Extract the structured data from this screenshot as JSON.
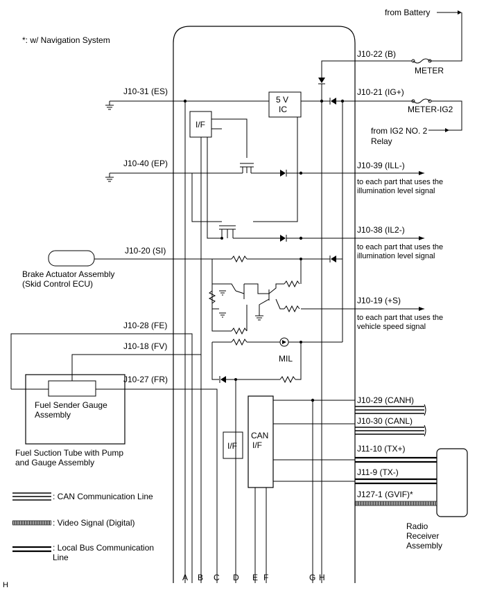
{
  "note": "*: w/ Navigation System",
  "figure_code": "H",
  "left": {
    "brake_actuator": [
      "Brake Actuator Assembly",
      "(Skid Control ECU)"
    ],
    "fuel_sender": [
      "Fuel Sender Gauge",
      "Assembly"
    ],
    "fuel_suction": [
      "Fuel Suction Tube with Pump",
      "and Gauge Assembly"
    ]
  },
  "pins_left": {
    "es": "J10-31 (ES)",
    "ep": "J10-40 (EP)",
    "si": "J10-20 (SI)",
    "fe": "J10-28 (FE)",
    "fv": "J10-18 (FV)",
    "fr": "J10-27 (FR)"
  },
  "pins_right": {
    "b": "J10-22 (B)",
    "ig": "J10-21 (IG+)",
    "ill": "J10-39 (ILL-)",
    "il2": "J10-38 (IL2-)",
    "s": "J10-19 (+S)",
    "canh": "J10-29 (CANH)",
    "canl": "J10-30 (CANL)",
    "txp": "J11-10 (TX+)",
    "txm": "J11-9 (TX-)",
    "gvif": "J127-1 (GVIF)*"
  },
  "right": {
    "from_battery": "from Battery",
    "meter_fuse": "METER",
    "meter_ig2": "METER-IG2",
    "from_ig2": [
      "from IG2 NO. 2",
      "Relay"
    ],
    "illum_1": [
      "to each part that uses the",
      "illumination level signal"
    ],
    "illum_2": [
      "to each part that uses the",
      "illumination level signal"
    ],
    "speed": [
      "to each part that uses the",
      "vehicle speed signal"
    ],
    "radio": [
      "Radio",
      "Receiver",
      "Assembly"
    ]
  },
  "internal": {
    "ic5v": [
      "5 V",
      "IC"
    ],
    "if1": "I/F",
    "if2": "I/F",
    "can_if": [
      "CAN",
      "I/F"
    ],
    "mil": "MIL"
  },
  "bottom_letters": [
    "A",
    "B",
    "C",
    "D",
    "E",
    "F",
    "G",
    "H"
  ],
  "legend": {
    "can": ": CAN Communication Line",
    "video": ": Video Signal (Digital)",
    "local": [
      ": Local Bus Communication",
      "Line"
    ]
  }
}
